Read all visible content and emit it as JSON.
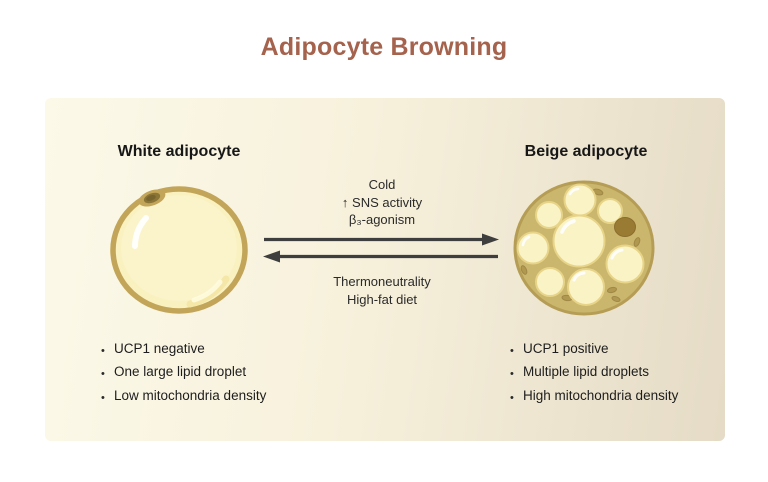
{
  "title": "Adipocyte Browning",
  "panel": {
    "left_cell": {
      "heading": "White adipocyte",
      "bullets": [
        "UCP1 negative",
        "One large lipid droplet",
        "Low mitochondria density"
      ]
    },
    "right_cell": {
      "heading": "Beige adipocyte",
      "bullets": [
        "UCP1 positive",
        "Multiple lipid droplets",
        "High mitochondria density"
      ]
    },
    "transition": {
      "forward_conditions": [
        "Cold",
        "↑ SNS activity",
        "β₃-agonism"
      ],
      "reverse_conditions": [
        "Thermoneutrality",
        "High-fat diet"
      ]
    }
  },
  "icons": {
    "forward_arrow": "right-arrow",
    "reverse_arrow": "left-arrow",
    "bullet": "dot"
  },
  "colors": {
    "title": "#a5624c",
    "arrow": "#3e3e3e",
    "panel_gradient_left": "#fcf9e9",
    "panel_gradient_right": "#e5dbc6",
    "white_cell_fill": "#faf1c0",
    "white_cell_border": "#c2a558",
    "beige_cell_body": "#cbb66d",
    "lipid_droplet_fill": "#faf3c6",
    "nucleus_dark": "#997b33"
  }
}
